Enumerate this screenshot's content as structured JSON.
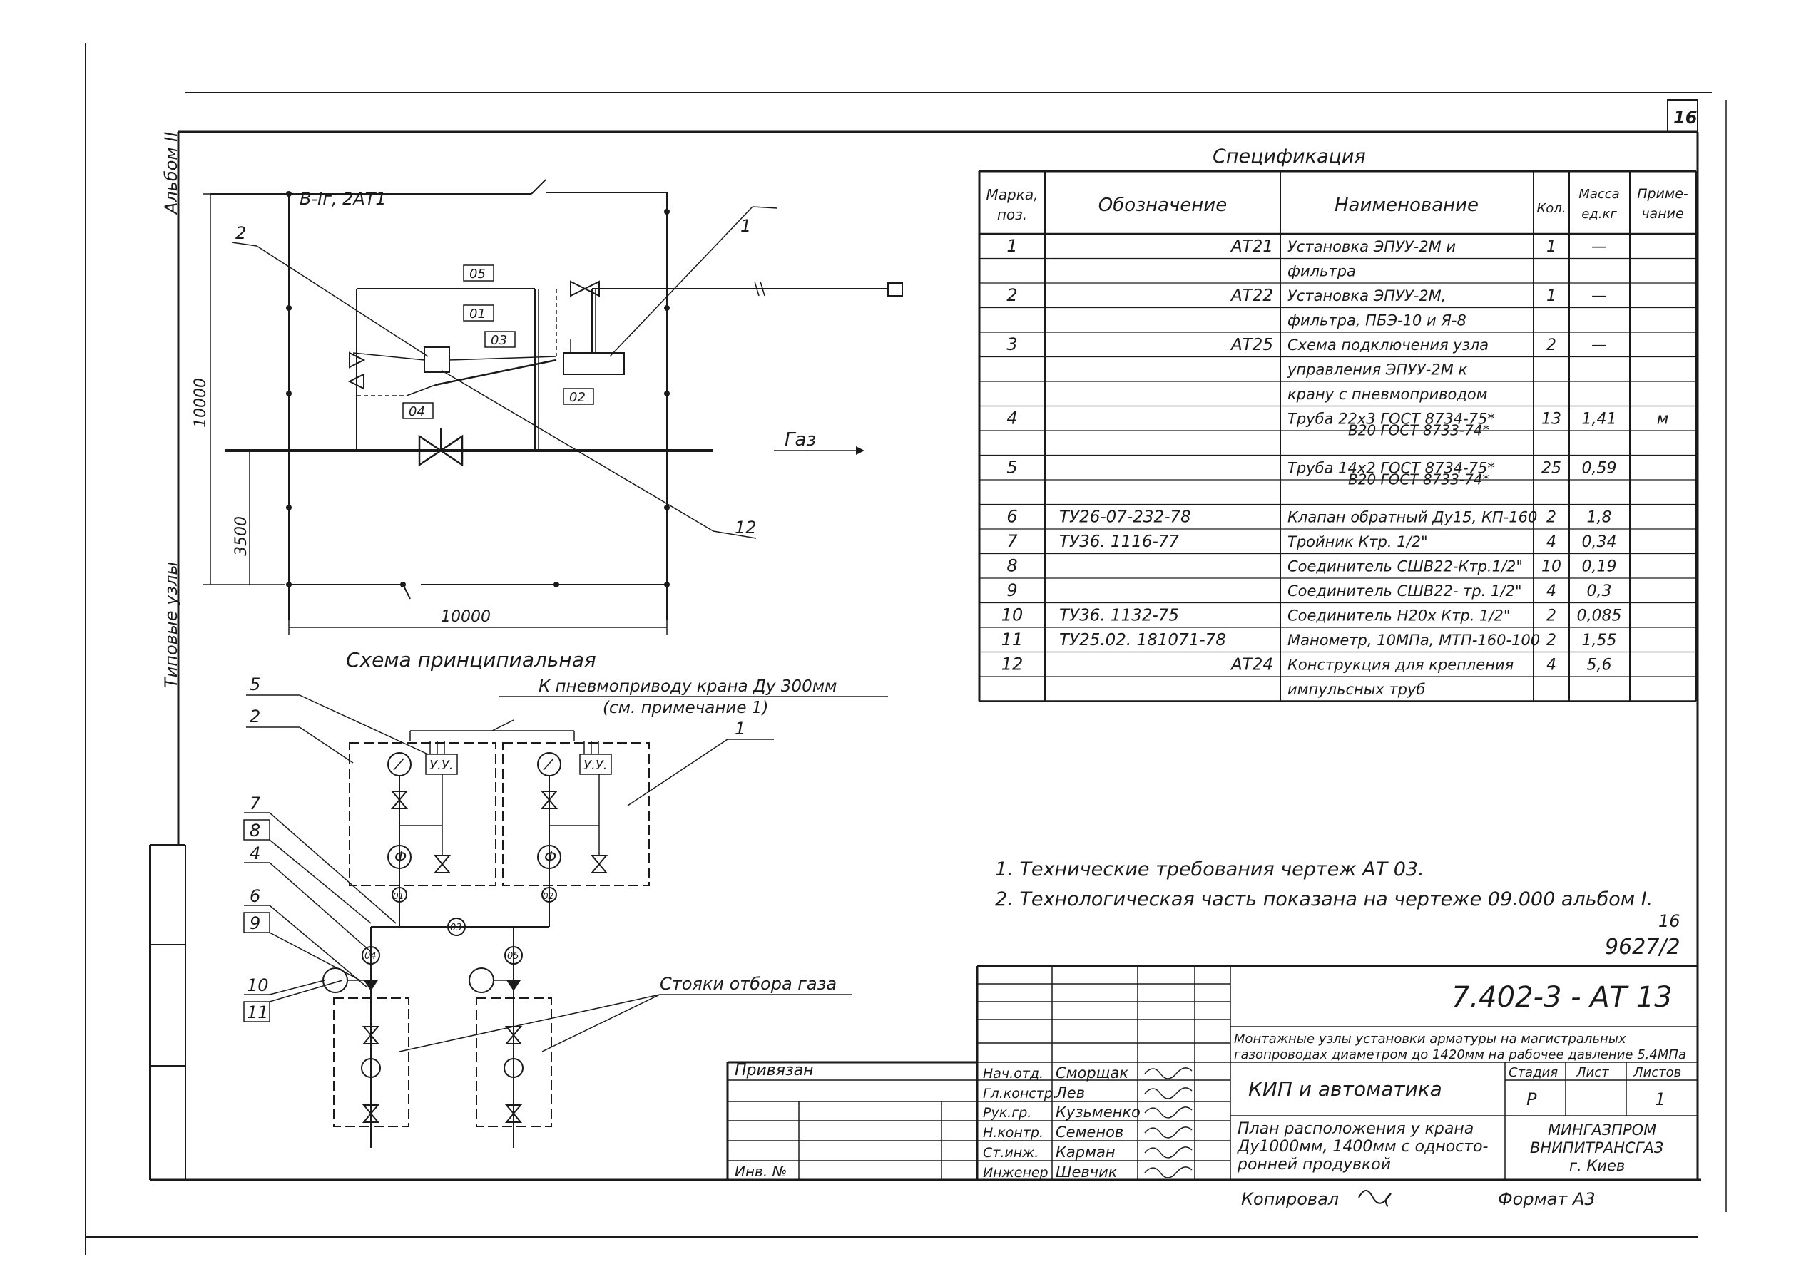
{
  "sheet": {
    "sheet_number": "16",
    "album_label": "Альбом II",
    "typical_units_label": "Типовые узлы",
    "doc_code": "9627/2",
    "doc_sub": "16",
    "copied_label": "Копировал",
    "format_label": "Формат А3"
  },
  "plan": {
    "caption": "В-Iг, 2АТ1",
    "gas_label": "Газ",
    "dim_height": "10000",
    "dim_width": "10000",
    "dim_3500": "3500",
    "callouts": [
      "2",
      "1",
      "12"
    ],
    "tags": [
      "05",
      "01",
      "03",
      "04",
      "02"
    ]
  },
  "scheme": {
    "title": "Схема принципиальная",
    "note_line1": "К пневмоприводу крана Ду 300мм",
    "note_line2": "(см. примечание 1)",
    "uu_label": "У.У.",
    "phi_label": "Ф",
    "risers_label": "Стояки отбора газа",
    "left_callouts": [
      "5",
      "2",
      "7",
      "8",
      "4",
      "6",
      "9",
      "10",
      "11"
    ],
    "right_callouts": [
      "1"
    ],
    "node_tags": [
      "01",
      "02",
      "03",
      "04",
      "05"
    ]
  },
  "spec": {
    "title": "Спецификация",
    "headers": [
      "Марка, поз.",
      "Обозначение",
      "Наименование",
      "Кол.",
      "Масса ед.кг",
      "Приме-чание"
    ],
    "rows": [
      {
        "pos": "1",
        "code": "АТ21",
        "name": "Установка ЭПУУ-2М и",
        "qty": "1",
        "mass": "—",
        "note": ""
      },
      {
        "pos": "",
        "code": "",
        "name": "фильтра",
        "qty": "",
        "mass": "",
        "note": ""
      },
      {
        "pos": "2",
        "code": "АТ22",
        "name": "Установка ЭПУУ-2М,",
        "qty": "1",
        "mass": "—",
        "note": ""
      },
      {
        "pos": "",
        "code": "",
        "name": "фильтра, ПБЭ-10 и Я-8",
        "qty": "",
        "mass": "",
        "note": ""
      },
      {
        "pos": "3",
        "code": "АТ25",
        "name": "Схема подключения узла",
        "qty": "2",
        "mass": "—",
        "note": ""
      },
      {
        "pos": "",
        "code": "",
        "name": "управления ЭПУУ-2М к",
        "qty": "",
        "mass": "",
        "note": ""
      },
      {
        "pos": "",
        "code": "",
        "name": "крану с пневмоприводом",
        "qty": "",
        "mass": "",
        "note": ""
      },
      {
        "pos": "4",
        "code": "",
        "name": "Труба 22х3 ГОСТ 8734-75*",
        "name2": "В20 ГОСТ 8733-74*",
        "qty": "13",
        "mass": "1,41",
        "note": "м"
      },
      {
        "pos": "",
        "code": "",
        "name": "",
        "qty": "",
        "mass": "",
        "note": ""
      },
      {
        "pos": "5",
        "code": "",
        "name": "Труба 14х2 ГОСТ 8734-75*",
        "name2": "В20 ГОСТ 8733-74*",
        "qty": "25",
        "mass": "0,59",
        "note": ""
      },
      {
        "pos": "",
        "code": "",
        "name": "",
        "qty": "",
        "mass": "",
        "note": ""
      },
      {
        "pos": "6",
        "code": "ТУ26-07-232-78",
        "name": "Клапан обратный Ду15, КП-160",
        "qty": "2",
        "mass": "1,8",
        "note": ""
      },
      {
        "pos": "7",
        "code": "ТУ36. 1116-77",
        "name": "Тройник Ктр. 1/2\"",
        "qty": "4",
        "mass": "0,34",
        "note": ""
      },
      {
        "pos": "8",
        "code": "",
        "name": "Соединитель СШВ22-Ктр.1/2\"",
        "qty": "10",
        "mass": "0,19",
        "note": ""
      },
      {
        "pos": "9",
        "code": "",
        "name": "Соединитель СШВ22- тр. 1/2\"",
        "qty": "4",
        "mass": "0,3",
        "note": ""
      },
      {
        "pos": "10",
        "code": "ТУ36. 1132-75",
        "name": "Соединитель Н20х Ктр. 1/2\"",
        "qty": "2",
        "mass": "0,085",
        "note": ""
      },
      {
        "pos": "11",
        "code": "ТУ25.02. 181071-78",
        "name": "Манометр, 10МПа, МТП-160-100",
        "qty": "2",
        "mass": "1,55",
        "note": ""
      },
      {
        "pos": "12",
        "code": "АТ24",
        "name": "Конструкция для крепления",
        "qty": "4",
        "mass": "5,6",
        "note": ""
      },
      {
        "pos": "",
        "code": "",
        "name": "импульсных труб",
        "qty": "",
        "mass": "",
        "note": ""
      }
    ]
  },
  "notes": [
    "1. Технические требования чертеж АТ 03.",
    "2. Технологическая часть показана на чертеже 09.000 альбом I."
  ],
  "title_block": {
    "drawing_number": "7.402-3 - АТ 13",
    "project_line1": "Монтажные узлы установки арматуры на магистральных",
    "project_line2": "газопроводах диаметром до 1420мм на рабочее давление 5,4МПа",
    "section": "КИП и автоматика",
    "stage_header": "Стадия",
    "sheet_header": "Лист",
    "sheets_header": "Листов",
    "stage": "Р",
    "sheet": "",
    "sheets": "1",
    "doc_title_line1": "План расположения у крана",
    "doc_title_line2": "Ду1000мм, 1400мм с односто-",
    "doc_title_line3": "ронней продувкой",
    "org_line1": "МИНГАЗПРОМ",
    "org_line2": "ВНИПИТРАНСГАЗ",
    "org_line3": "г. Киев",
    "bound_label": "Привязан",
    "inv_label": "Инв. №",
    "roles": [
      "Нач.отд.",
      "Гл.констр.",
      "Рук.гр.",
      "Н.контр.",
      "Ст.инж.",
      "Инженер"
    ],
    "names": [
      "Сморщак",
      "Лев",
      "Кузьменко",
      "Семенов",
      "Карман",
      "Шевчик"
    ]
  }
}
